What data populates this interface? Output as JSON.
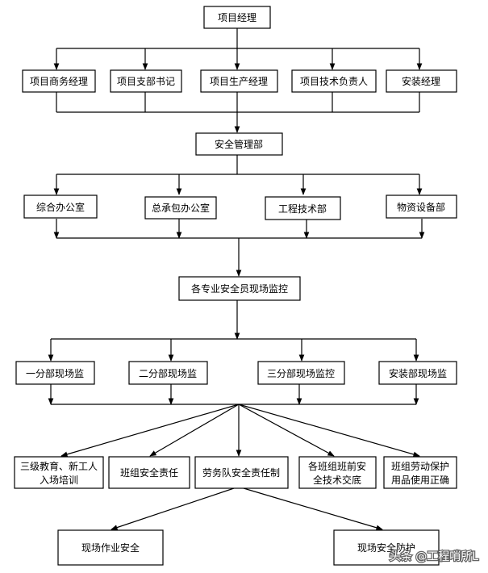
{
  "nodes": {
    "manager": "项目经理",
    "row1": [
      "项目商务经理",
      "项目支部书记",
      "项目生产经理",
      "项目技术负责人",
      "安装经理"
    ],
    "safety_dept": "安全管理部",
    "row2": [
      "综合办公室",
      "总承包办公室",
      "工程技术部",
      "物资设备部"
    ],
    "monitor": "各专业安全员现场监控",
    "row3": [
      "一分部现场监",
      "二分部现场监",
      "三分部现场监控",
      "安装部现场监"
    ],
    "row4": [
      [
        "三级教育、新工人",
        "入场培训"
      ],
      [
        "班组安全责任"
      ],
      [
        "劳务队安全责任制"
      ],
      [
        "各班组班前安",
        "全技术交底"
      ],
      [
        "班组劳动保护",
        "用品使用正确"
      ]
    ],
    "row5": [
      "现场作业安全",
      "现场安全防护"
    ]
  },
  "watermark": "头条 @工程哨所L"
}
